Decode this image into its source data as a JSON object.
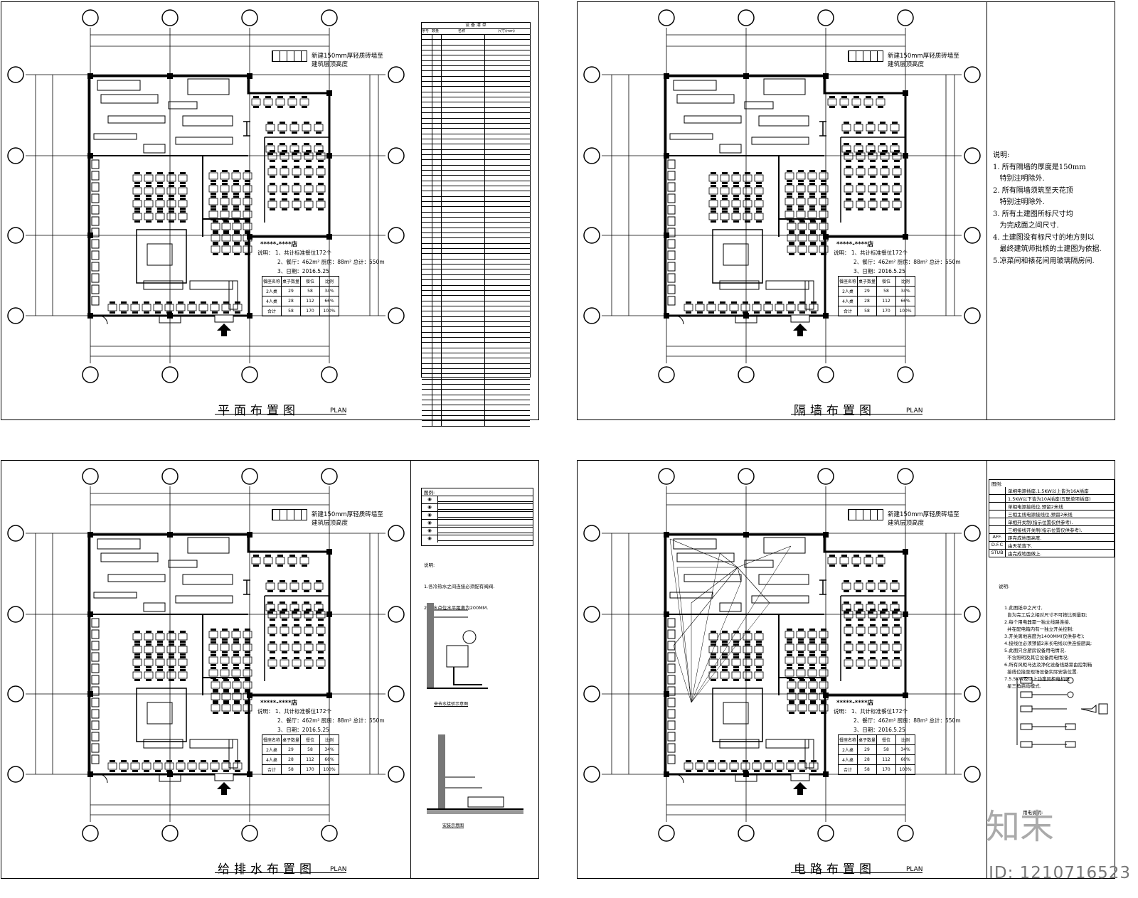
{
  "sheets": [
    {
      "title": "平面布置图",
      "plan_label": "PLAN"
    },
    {
      "title": "隔墙布置图",
      "plan_label": "PLAN"
    },
    {
      "title": "给排水布置图",
      "plan_label": "PLAN"
    },
    {
      "title": "电路布置图",
      "plan_label": "PLAN"
    }
  ],
  "wall_note": {
    "line1": "新建150mm厚轻质砖墙至",
    "line2": "建筑层顶高度"
  },
  "store": {
    "name": "*****-****店",
    "info": {
      "line1": "说明：  1、共计标准餐位172个",
      "line2": "2、餐厅：462m²  厨房：88m²  总计：550m",
      "line3": "3、日期：2016.5.25"
    }
  },
  "seat_table": {
    "header": [
      "餐座名称",
      "桌子数量",
      "餐位",
      "比例"
    ],
    "rows": [
      [
        "2人桌",
        "29",
        "58",
        "34%"
      ],
      [
        "4人桌",
        "28",
        "112",
        "66%"
      ],
      [
        "合计",
        "58",
        "170",
        "100%"
      ]
    ]
  },
  "equipment": {
    "title": "设 备 清 单",
    "header": [
      "序号",
      "数量",
      "名称",
      "尺寸(mm)"
    ]
  },
  "partition_notes": {
    "title": "说明:",
    "items": [
      "1. 所有隔墙的厚度是150mm",
      "   特别注明除外.",
      "2. 所有隔墙须筑至天花顶",
      "   特别注明除外.",
      "3. 所有土建图所标尺寸均",
      "   为完成面之间尺寸.",
      "4. 土建图没有标尺寸的地方则以",
      "   最终建筑师批核的土建图为依据.",
      "5.凉菜间和裱花间用玻璃隔房间."
    ]
  },
  "plumbing": {
    "legend_title": "图例:",
    "notes_title": "说明:",
    "notes": [
      "1.各冷热水之间连接必须配有阀阀.",
      "2.热水点位水平距离为200MM."
    ],
    "diagram1": "来去水接驳示意图",
    "diagram2": "安装示意图"
  },
  "electrical": {
    "legend_title": "图例:",
    "legend": [
      "单相电源插座,1.5KW以上皆为16A插座",
      "1.5KW以下皆为10A插座(五联单项插座)",
      "单相电源接线位,预留2米线",
      "三相主线电源接线位,预留2米线",
      "单相开关制(指示位置仅供参考).",
      "三相接线开关制(指示位置仅供参考).",
      "距完成地面高度.",
      "由天花落下.",
      "由完成地面做上."
    ],
    "legend_codes": [
      "",
      "",
      "",
      "",
      "",
      "",
      "AFF.",
      "D.F.C",
      "STUB"
    ],
    "notes_title": "说明:",
    "notes": "1.此图纸中之尺寸,\n  皆为完工后之相对尺寸不可按比例量取;\n2.每个用电器需一独立线路连接,\n  并在配电箱内有一独立开关控制;\n3.开关离地高度为1400MM(仅供参考);\n4.接线位必须预留2米长电线以供连接厨具;\n5.此图只含厨房设备用电情况,\n  不含照明及其它设备用电情况;\n6.所有风柜马达及净化设备线路需由控制箱\n  接线位接至现场设备实际安装位置.\n7.5.5KW及以上功率风柜电机属\n  星三角启动模式.",
    "usage_title": "用电说明:"
  },
  "watermark": {
    "id": "ID: 1210716523",
    "logo": "知末"
  }
}
